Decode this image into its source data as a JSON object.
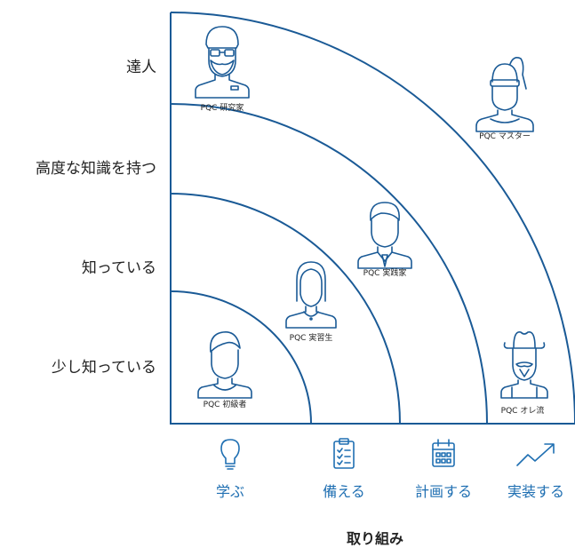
{
  "y_levels": [
    "達人",
    "高度な知識を持つ",
    "知っている",
    "少し知っている"
  ],
  "x_stages": [
    {
      "label": "学ぶ",
      "icon": "lightbulb-icon"
    },
    {
      "label": "備える",
      "icon": "checklist-clipboard-icon"
    },
    {
      "label": "計画する",
      "icon": "calendar-icon"
    },
    {
      "label": "実装する",
      "icon": "trend-arrow-icon"
    }
  ],
  "x_axis_title": "取り組み",
  "personas": [
    {
      "label": "PQC 研究家",
      "icon": "bearded-researcher-icon"
    },
    {
      "label": "PQC マスター",
      "icon": "masked-master-icon"
    },
    {
      "label": "PQC 実践家",
      "icon": "practitioner-icon"
    },
    {
      "label": "PQC 実習生",
      "icon": "apprentice-icon"
    },
    {
      "label": "PQC 初級者",
      "icon": "beginner-icon"
    },
    {
      "label": "PQC オレ流",
      "icon": "cowboy-icon"
    }
  ],
  "colors": {
    "line": "#1a5a96",
    "accent": "#1f6fb2",
    "text": "#222222"
  }
}
